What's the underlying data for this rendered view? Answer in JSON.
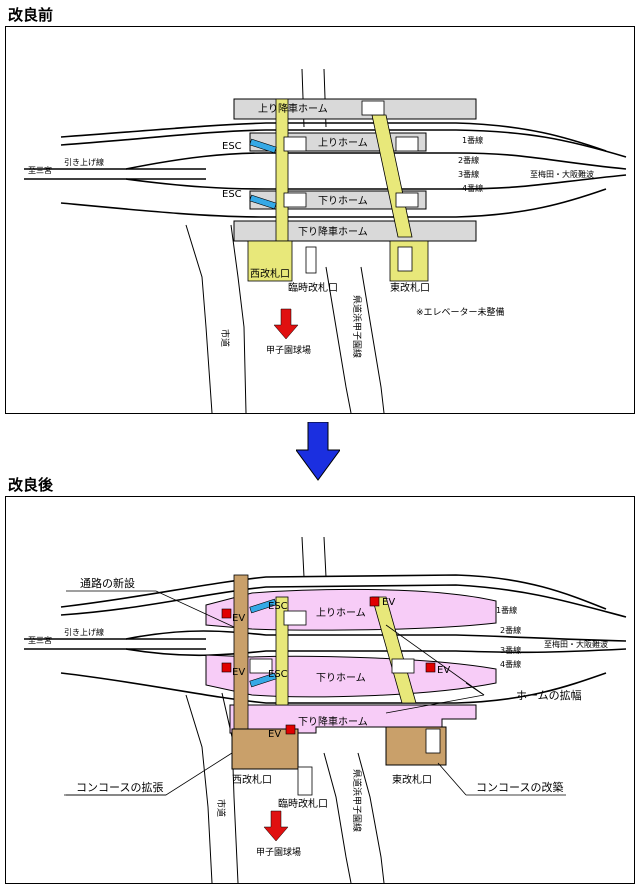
{
  "before": {
    "heading": "改良前",
    "platforms": {
      "up_down": "上り降車ホーム",
      "up": "上りホーム",
      "down": "下りホーム",
      "down_alight": "下り降車ホーム"
    },
    "esc_label": "ESC",
    "tracks": [
      "1番線",
      "2番線",
      "3番線",
      "4番線"
    ],
    "to_sannomiya": "至三宮",
    "siding": "引き上げ線",
    "to_umeda": "至梅田・大阪難波",
    "west_gate": "西改札口",
    "temp_gate": "臨時改札口",
    "east_gate": "東改札口",
    "elevator_note": "※エレベーター未整備",
    "city_road": "市道",
    "prefectural_road": "県道浜甲子園線",
    "stadium": "甲子園球場"
  },
  "transition_arrow_color": "#1b2fe0",
  "after": {
    "heading": "改良後",
    "platforms": {
      "up": "上りホーム",
      "down": "下りホーム",
      "down_alight": "下り降車ホーム"
    },
    "esc_label": "ESC",
    "ev_label": "EV",
    "tracks": [
      "1番線",
      "2番線",
      "3番線",
      "4番線"
    ],
    "to_sannomiya": "至三宮",
    "siding": "引き上げ線",
    "to_umeda": "至梅田・大阪難波",
    "west_gate": "西改札口",
    "temp_gate": "臨時改札口",
    "east_gate": "東改札口",
    "city_road": "市道",
    "prefectural_road": "県道浜甲子園線",
    "stadium": "甲子園球場",
    "callouts": {
      "new_passage": "通路の新設",
      "platform_widening": "ホームの拡幅",
      "concourse_expansion": "コンコースの拡張",
      "concourse_rebuild": "コンコースの改築"
    }
  },
  "colors": {
    "platform_gray": "#d9d9d9",
    "passage_yellow": "#e8e87a",
    "platform_pink": "#f7ccf7",
    "concourse_tan": "#c9a06a",
    "escalator_cyan": "#35a9e6",
    "elevator_red": "#e00000",
    "stadium_arrow_red": "#e01010"
  }
}
